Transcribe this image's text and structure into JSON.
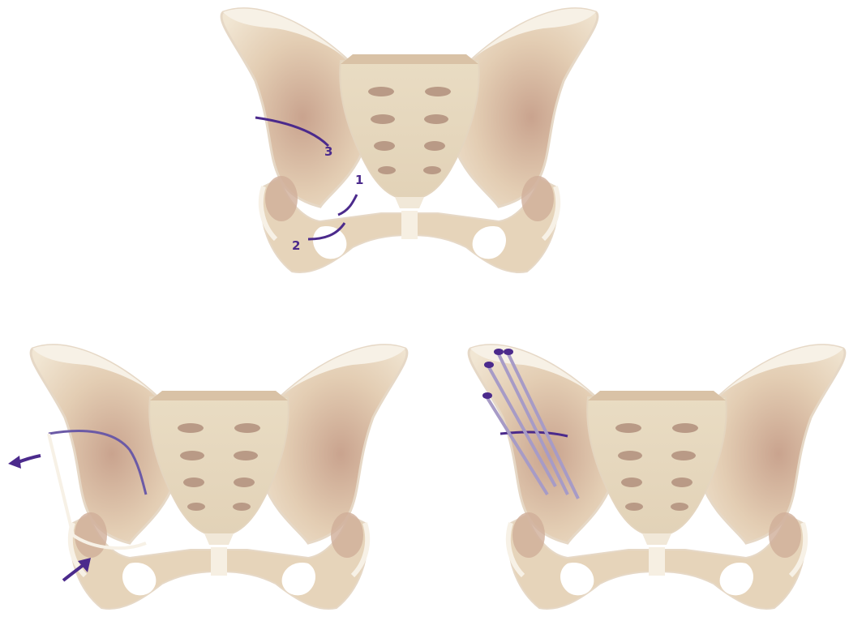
{
  "figure": {
    "panels": [
      {
        "id": "before-osteotomy",
        "cut_labels": [
          "1",
          "2",
          "3"
        ]
      },
      {
        "id": "acetabular-reorientation",
        "arrows": [
          "outward-rotation-arrow",
          "upward-push-arrow"
        ]
      },
      {
        "id": "screw-fixation",
        "screw_count": 4
      }
    ],
    "colors": {
      "bone": "#ecdfc8",
      "bone_shadow": "#d9c2a6",
      "bone_dark": "#c9a890",
      "cartilage": "#f7f1e6",
      "outline": "#e6d8c6",
      "accent": "#4b2a8c",
      "screw": "#a79bc6"
    }
  }
}
